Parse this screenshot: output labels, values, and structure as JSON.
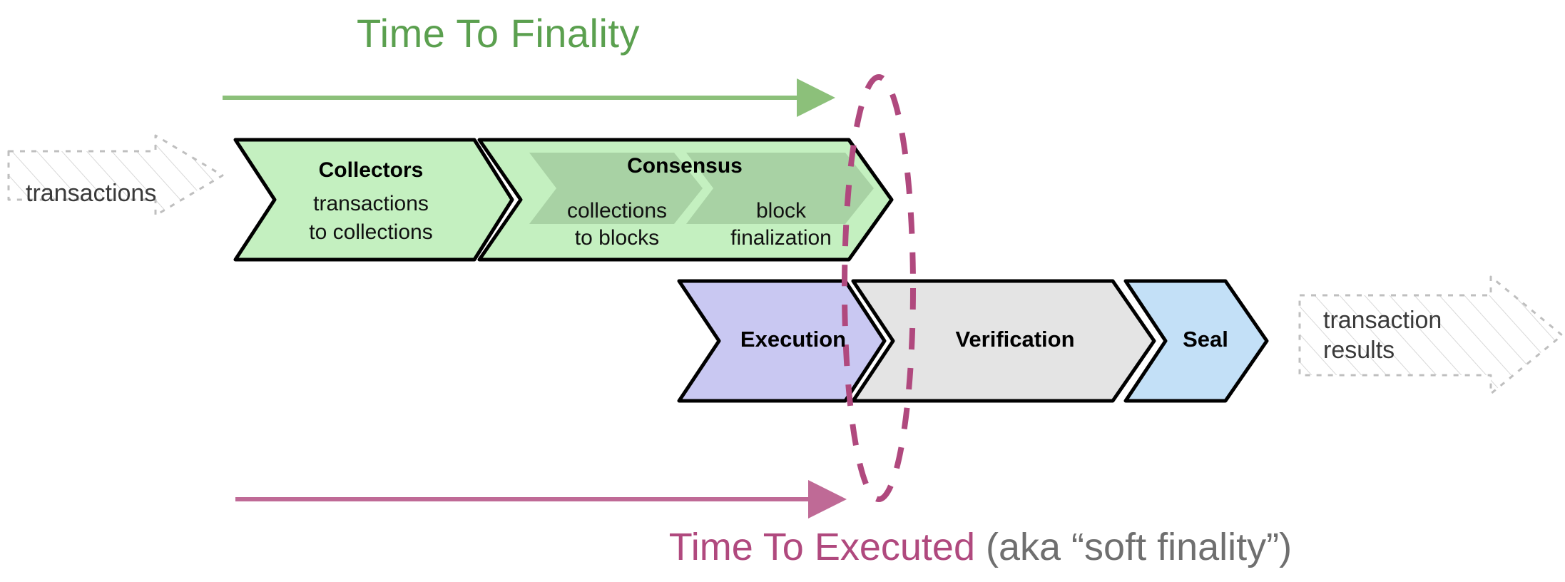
{
  "diagram": {
    "title_top": "Time To Finality",
    "bottom_label_accent": "Time To Executed",
    "bottom_label_muted": " (aka “soft finality”)",
    "colors": {
      "green_accent": "#5ba04f",
      "green_arrow": "#8cc07a",
      "green_fill": "#c4f0c0",
      "green_inner_fill": "#a8d2a4",
      "purple_fill": "#c9c8f2",
      "gray_fill": "#e4e4e4",
      "blue_fill": "#c3e0f7",
      "magenta": "#b0497e",
      "ghost_stroke": "#b8b8b8",
      "outline": "#000000"
    }
  },
  "inputs": {
    "left_ghost_label": "transactions"
  },
  "outputs": {
    "right_ghost_label_line1": "transaction",
    "right_ghost_label_line2": "results"
  },
  "pipeline_top": [
    {
      "id": "collectors",
      "title": "Collectors",
      "sub_line1": "transactions",
      "sub_line2": "to collections",
      "fill": "#c4f0c0"
    },
    {
      "id": "consensus",
      "title": "Consensus",
      "fill": "#c4f0c0",
      "inner": [
        {
          "id": "collections-to-blocks",
          "line1": "collections",
          "line2": "to blocks"
        },
        {
          "id": "block-finalization",
          "line1": "block",
          "line2": "finalization"
        }
      ]
    }
  ],
  "pipeline_bottom": [
    {
      "id": "execution",
      "title": "Execution",
      "fill": "#c9c8f2"
    },
    {
      "id": "verification",
      "title": "Verification",
      "fill": "#e4e4e4"
    },
    {
      "id": "seal",
      "title": "Seal",
      "fill": "#c3e0f7"
    }
  ],
  "annotations": {
    "top_arrow_name": "time-to-finality-arrow",
    "bottom_arrow_name": "time-to-executed-arrow",
    "ellipse_name": "finality-boundary-ellipse"
  }
}
